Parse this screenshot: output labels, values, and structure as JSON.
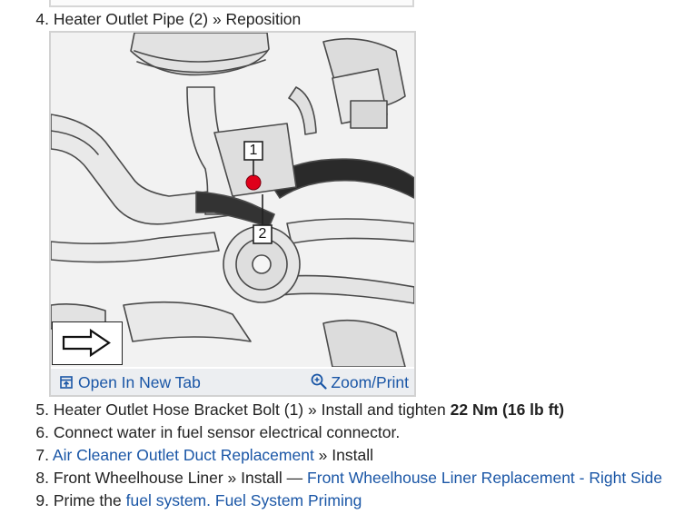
{
  "steps": [
    {
      "num": "4.",
      "text": "Heater Outlet Pipe (2) » Reposition"
    },
    {
      "num": "5.",
      "text_a": "Heater Outlet Hose Bracket Bolt (1) » Install and tighten ",
      "text_bold": "22 Nm (16 lb ft)"
    },
    {
      "num": "6.",
      "text": "Connect water in fuel sensor electrical connector."
    },
    {
      "num": "7.",
      "link": "Air Cleaner Outlet Duct Replacement",
      "text": " » Install"
    },
    {
      "num": "8.",
      "text": "Front Wheelhouse Liner » Install — ",
      "link": "Front Wheelhouse Liner Replacement - Right Side"
    },
    {
      "num": "9.",
      "text": "Prime the ",
      "link_a": "fuel system.",
      "link_b": "Fuel System Priming"
    }
  ],
  "figure": {
    "callouts": [
      "1",
      "2"
    ],
    "open_tab_label": "Open In New Tab",
    "open_tab_icon": "open-new-tab-icon",
    "zoom_label": "Zoom/Print",
    "zoom_icon": "zoom-magnifier-icon",
    "direction_icon": "arrow-right-icon"
  },
  "colors": {
    "link": "#1a56a6",
    "bar": "#eceef1",
    "marker": "#e0001a"
  }
}
